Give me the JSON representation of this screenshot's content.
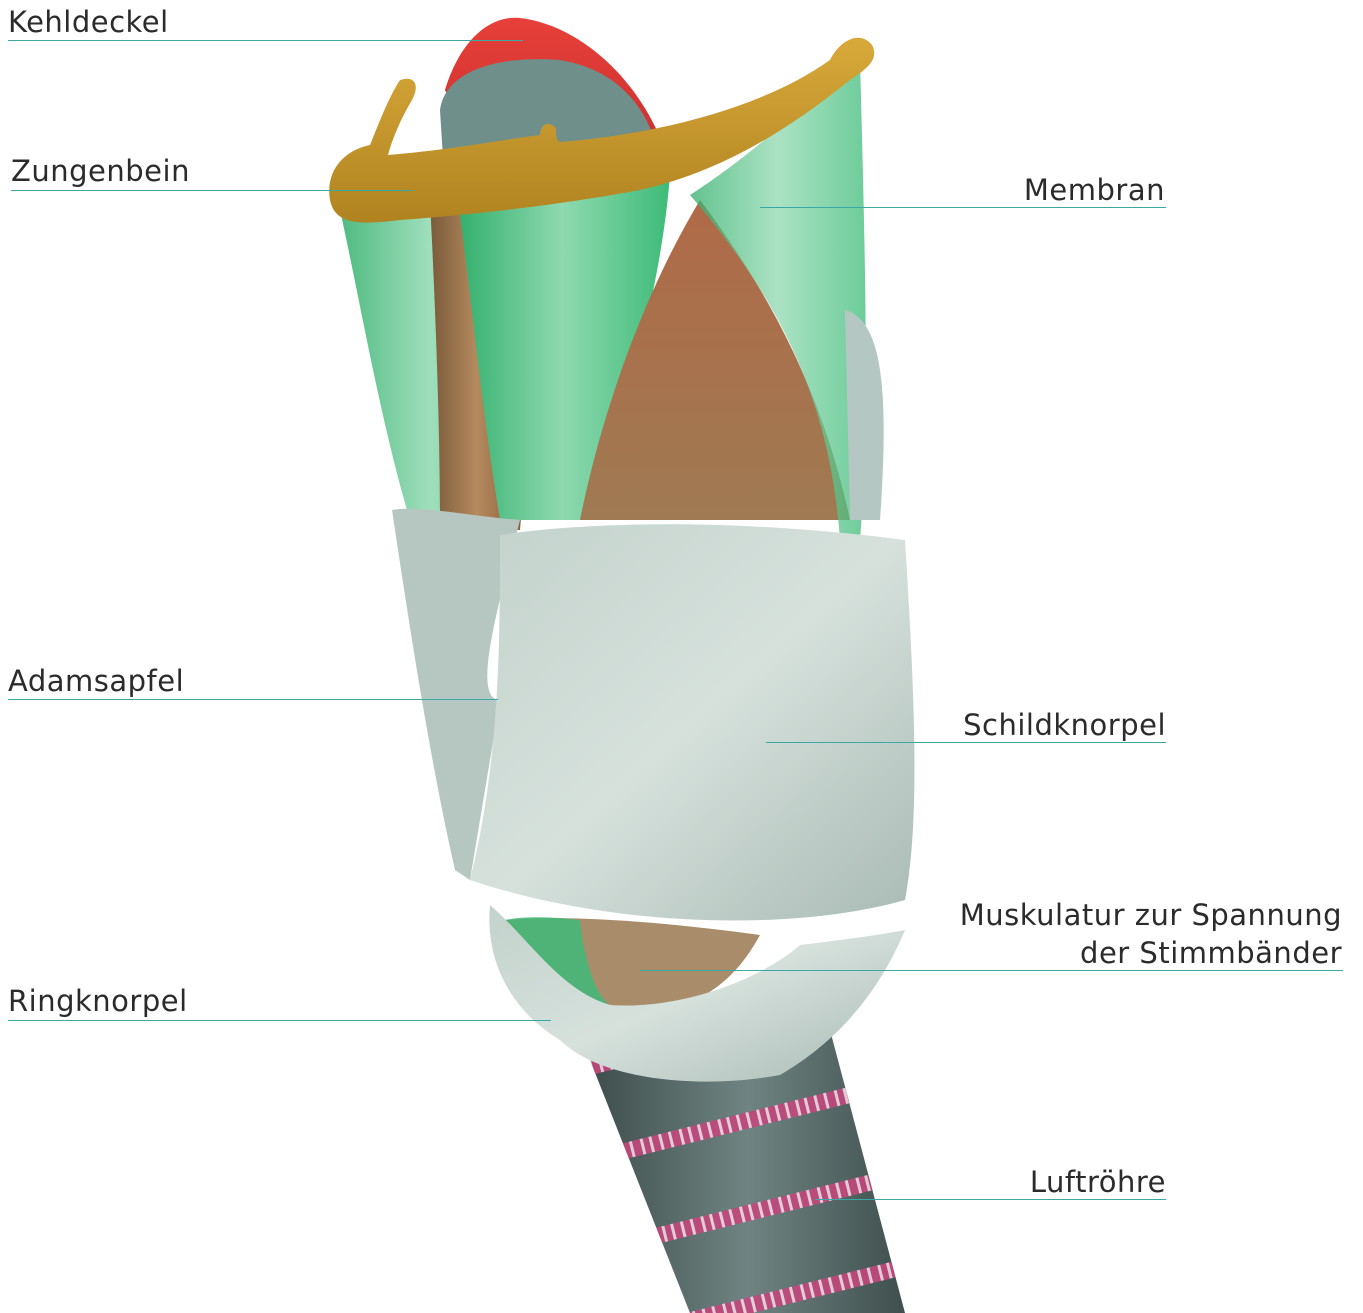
{
  "figure": {
    "labels": {
      "kehldeckel": "Kehldeckel",
      "zungenbein": "Zungenbein",
      "membran": "Membran",
      "adamsapfel": "Adamsapfel",
      "schildknorpel": "Schildknorpel",
      "muskulatur_line1": "Muskulatur zur Spannung",
      "muskulatur_line2": "der Stimmbänder",
      "ringknorpel": "Ringknorpel",
      "luftroehre": "Luftröhre"
    },
    "colors": {
      "leader_line": "#3aa9a6",
      "epiglottis": "#e2393a",
      "hyoid": "#c99a2a",
      "membrane": "#3fb878",
      "muscle": "#9a6a44",
      "cartilage": "#c9d6d2",
      "trachea": "#5d6f6d",
      "trachea_rings": "#c2477c"
    }
  }
}
